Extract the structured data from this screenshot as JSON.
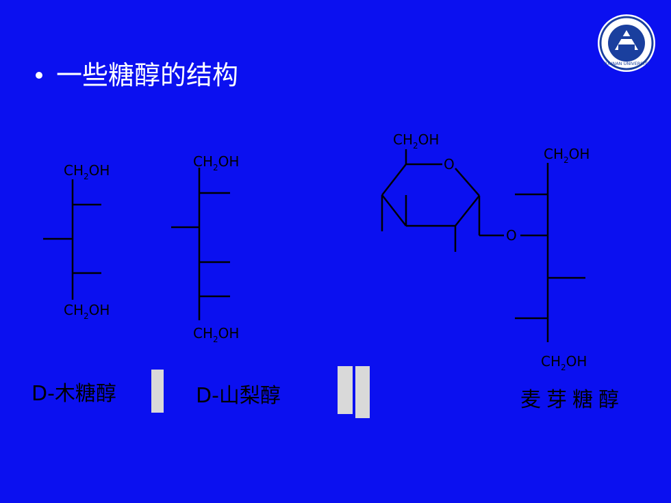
{
  "bullet": {
    "text": "一些糖醇的结构"
  },
  "structures": {
    "xylitol": {
      "top_group": "CH2OH",
      "bottom_group": "CH2OH",
      "name": "D-木糖醇"
    },
    "sorbitol": {
      "top_group": "CH2OH",
      "bottom_group": "CH2OH",
      "name": "D-山梨醇"
    },
    "maltitol": {
      "ring_group": "CH2OH",
      "ring_oxygen": "O",
      "link_oxygen": "O",
      "top_group": "CH2OH",
      "bottom_group": "CH2OH",
      "name": "麦芽糖醇"
    }
  },
  "logo": {
    "text": "YUNNAN UNIVERSITY",
    "icon": "university-seal-icon"
  },
  "colors": {
    "background": "#0b10f0",
    "bars": "#d9d9d9"
  }
}
